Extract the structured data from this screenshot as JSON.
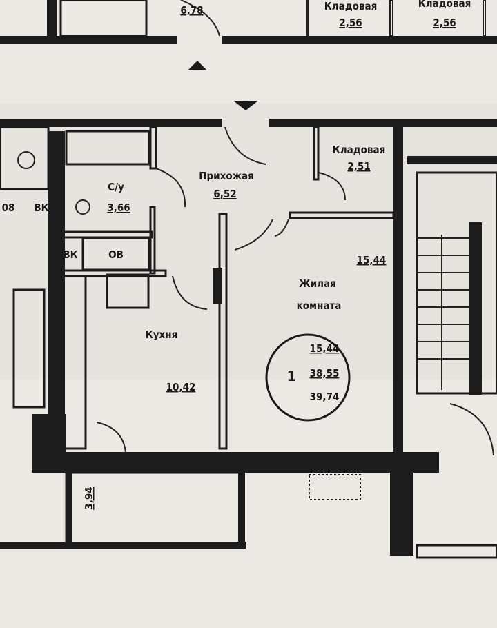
{
  "plan": {
    "top": {
      "area_top": "6,78",
      "storage_1": {
        "name": "Кладовая",
        "area": "2,56"
      },
      "storage_2": {
        "name": "Кладовая",
        "area": "2,56"
      }
    },
    "storage": {
      "name": "Кладовая",
      "area": "2,51"
    },
    "hall": {
      "name": "Прихожая",
      "area": "6,52"
    },
    "bathroom": {
      "name": "С/у",
      "area": "3,66"
    },
    "vk": "ВК",
    "ov": "ОВ",
    "left_partial": {
      "area": "08",
      "vk": "ВК"
    },
    "kitchen": {
      "name": "Кухня",
      "area": "10,42"
    },
    "living": {
      "name_line1": "Жилая",
      "name_line2": "комната",
      "area": "15,44"
    },
    "summary": {
      "rooms": "1",
      "living_area": "15,44",
      "total_area": "38,55",
      "total_with_balcony": "39,74"
    },
    "balcony": {
      "area": "3,94"
    }
  }
}
